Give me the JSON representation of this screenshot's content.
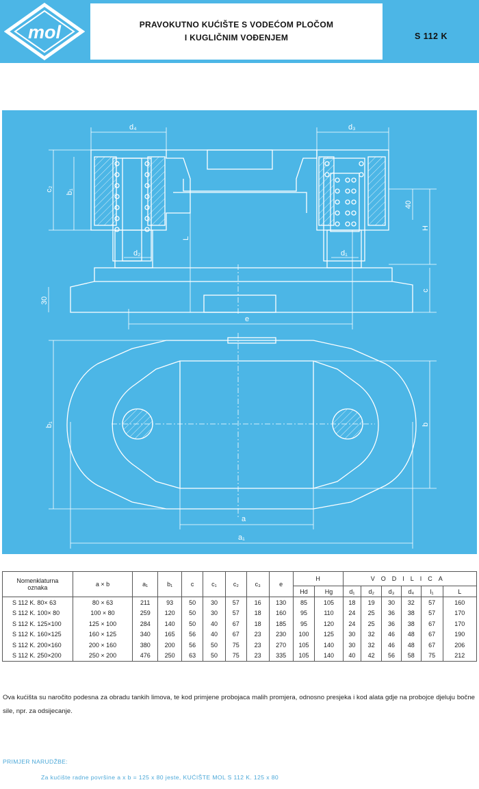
{
  "header": {
    "logo_text": "mol",
    "title_line1": "PRAVOKUTNO KUĆIŠTE S VODEĆOM PLOČOM",
    "title_line2": "I KUGLIČNIM VOĐENJEM",
    "code": "S 112 K"
  },
  "drawing": {
    "labels": {
      "d4": "d₄",
      "d3": "d₃",
      "c2": "c₂",
      "b1_side": "b₁",
      "forty": "40",
      "H": "H",
      "L": "L",
      "d2": "d₂",
      "d1": "d₁",
      "thirty": "30",
      "c": "c",
      "e": "e",
      "b1": "b₁",
      "b": "b",
      "a": "a",
      "a1": "a₁"
    },
    "colors": {
      "background": "#4cb6e6",
      "lines": "#ffffff"
    }
  },
  "table": {
    "headers": {
      "nomenklatura_1": "Nomenklaturna",
      "nomenklatura_2": "oznaka",
      "axb": "a × b",
      "a1": "a₁",
      "b1": "b₁",
      "c": "c",
      "c1": "c₁",
      "c2": "c₂",
      "c3": "c₃",
      "e": "e",
      "H": "H",
      "Hd": "Hd",
      "Hg": "Hg",
      "vodilica": "VODILICA",
      "d1": "d₁",
      "d2": "d₂",
      "d3": "d₃",
      "d4": "d₄",
      "l1": "l₁",
      "L": "L"
    },
    "rows": [
      {
        "name": "S 112 K.  80× 63",
        "axb": "80 ×  63",
        "a1": "211",
        "b1": "93",
        "c": "50",
        "c1": "30",
        "c2": "57",
        "c3": "16",
        "e": "130",
        "Hd": "85",
        "Hg": "105",
        "d1": "18",
        "d2": "19",
        "d3": "30",
        "d4": "32",
        "l1": "57",
        "L": "160"
      },
      {
        "name": "S 112 K. 100× 80",
        "axb": "100 ×  80",
        "a1": "259",
        "b1": "120",
        "c": "50",
        "c1": "30",
        "c2": "57",
        "c3": "18",
        "e": "160",
        "Hd": "95",
        "Hg": "110",
        "d1": "24",
        "d2": "25",
        "d3": "36",
        "d4": "38",
        "l1": "57",
        "L": "170"
      },
      {
        "name": "S 112 K. 125×100",
        "axb": "125 × 100",
        "a1": "284",
        "b1": "140",
        "c": "50",
        "c1": "40",
        "c2": "67",
        "c3": "18",
        "e": "185",
        "Hd": "95",
        "Hg": "120",
        "d1": "24",
        "d2": "25",
        "d3": "36",
        "d4": "38",
        "l1": "67",
        "L": "170"
      },
      {
        "name": "S 112 K. 160×125",
        "axb": "160 × 125",
        "a1": "340",
        "b1": "165",
        "c": "56",
        "c1": "40",
        "c2": "67",
        "c3": "23",
        "e": "230",
        "Hd": "100",
        "Hg": "125",
        "d1": "30",
        "d2": "32",
        "d3": "46",
        "d4": "48",
        "l1": "67",
        "L": "190"
      },
      {
        "name": "S 112 K. 200×160",
        "axb": "200 × 160",
        "a1": "380",
        "b1": "200",
        "c": "56",
        "c1": "50",
        "c2": "75",
        "c3": "23",
        "e": "270",
        "Hd": "105",
        "Hg": "140",
        "d1": "30",
        "d2": "32",
        "d3": "46",
        "d4": "48",
        "l1": "67",
        "L": "206"
      },
      {
        "name": "S 112 K. 250×200",
        "axb": "250 × 200",
        "a1": "476",
        "b1": "250",
        "c": "63",
        "c1": "50",
        "c2": "75",
        "c3": "23",
        "e": "335",
        "Hd": "105",
        "Hg": "140",
        "d1": "40",
        "d2": "42",
        "d3": "56",
        "d4": "58",
        "l1": "75",
        "L": "212"
      }
    ]
  },
  "note": "Ova kućišta su naročito podesna za obradu tankih limova, te kod primjene probojaca malih promjera, odnosno presjeka i kod alata gdje na probojce djeluju bočne sile, npr. za odsijecanje.",
  "example": {
    "title": "PRIMJER NARUDŽBE:",
    "text": "Za kućište radne površine a x b = 125 x 80 jeste, KUĆIŠTE MOL S 112 K. 125 x 80"
  }
}
